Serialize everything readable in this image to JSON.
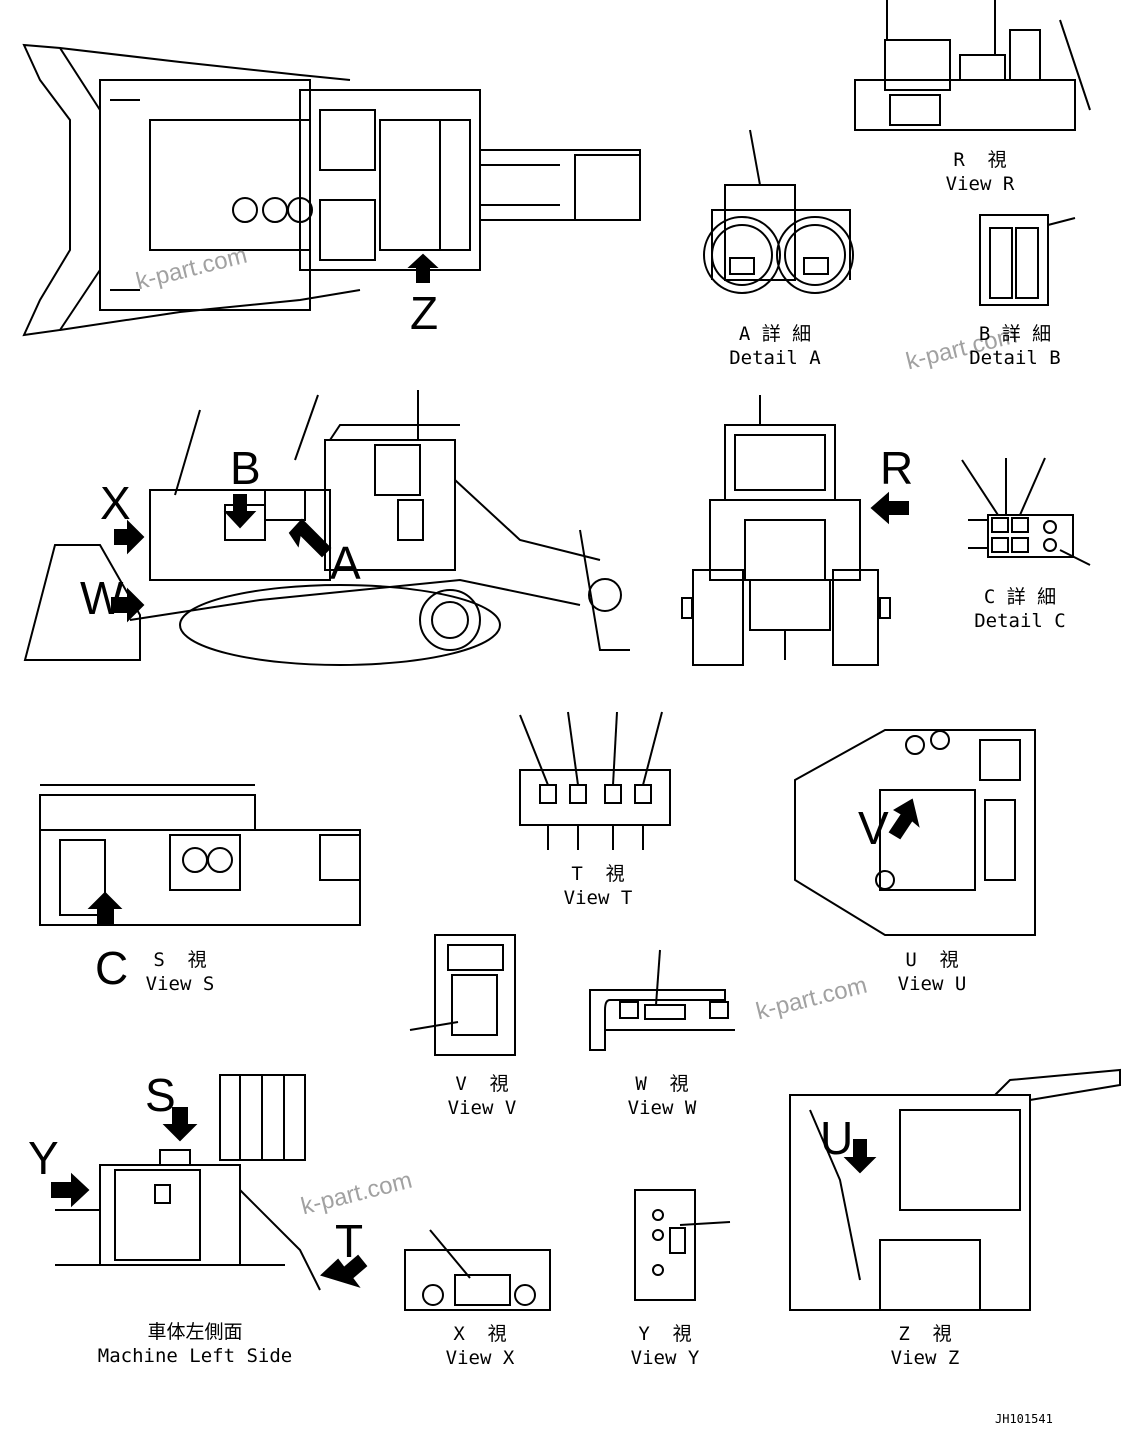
{
  "watermark": "k-part.com",
  "drawing_code": "JH101541",
  "labels": {
    "view_r_jp": "R  視",
    "view_r_en": "View R",
    "detail_a_jp": "A 詳 細",
    "detail_a_en": "Detail A",
    "detail_b_jp": "B 詳 細",
    "detail_b_en": "Detail B",
    "detail_c_jp": "C 詳 細",
    "detail_c_en": "Detail C",
    "view_t_jp": "T  視",
    "view_t_en": "View T",
    "view_s_jp": "S  視",
    "view_s_en": "View S",
    "view_u_jp": "U  視",
    "view_u_en": "View U",
    "view_v_jp": "V  視",
    "view_v_en": "View V",
    "view_w_jp": "W  視",
    "view_w_en": "View W",
    "view_x_jp": "X  視",
    "view_x_en": "View X",
    "view_y_jp": "Y  視",
    "view_y_en": "View Y",
    "view_z_jp": "Z  視",
    "view_z_en": "View Z",
    "left_side_jp": "車体左側面",
    "left_side_en": "Machine Left Side"
  },
  "callouts": {
    "z": "Z",
    "x": "X",
    "w": "W",
    "b": "B",
    "a": "A",
    "r": "R",
    "c": "C",
    "v": "V",
    "u": "U",
    "s": "S",
    "y": "Y",
    "t": "T"
  }
}
